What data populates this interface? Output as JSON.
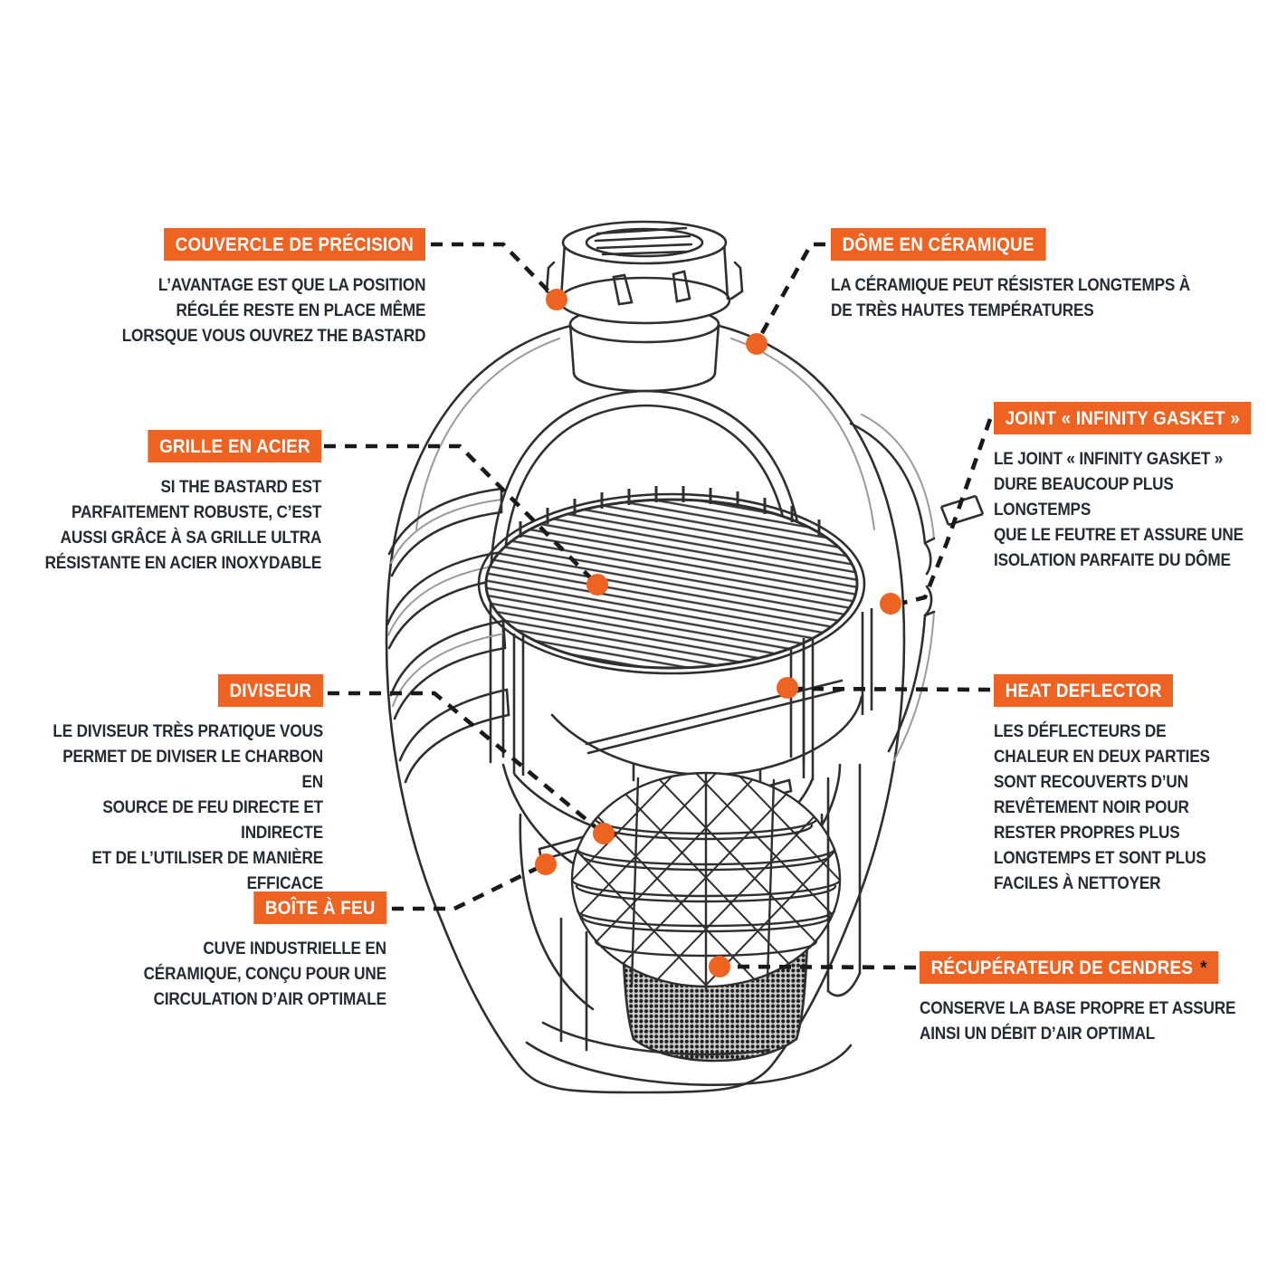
{
  "colors": {
    "accent": "#EE6322",
    "body_text": "#242B35",
    "line_dark": "#2F2F2F",
    "leader": "#1A1A1A",
    "background": "#FFFFFF"
  },
  "illustration": {
    "name": "kamado-grill-cutaway",
    "style": "black line art with dashed leader lines and orange connection dots"
  },
  "callouts": {
    "couvercle": {
      "title": "COUVERCLE DE PRÉCISION",
      "description": "L’AVANTAGE EST QUE LA POSITION\nRÉGLÉE RESTE EN PLACE MÊME\nLORSQUE VOUS OUVREZ THE BASTARD"
    },
    "dome": {
      "title": "DÔME EN CÉRAMIQUE",
      "description": "LA CÉRAMIQUE PEUT RÉSISTER LONGTEMPS À\nDE TRÈS HAUTES TEMPÉRATURES"
    },
    "grille": {
      "title": "GRILLE EN ACIER",
      "description": "SI THE BASTARD EST\nPARFAITEMENT ROBUSTE, C’EST\nAUSSI GRÂCE À SA GRILLE ULTRA\nRÉSISTANTE EN ACIER INOXYDABLE"
    },
    "joint": {
      "title": "JOINT « INFINITY GASKET »",
      "description": "LE JOINT « INFINITY GASKET »\nDURE BEAUCOUP PLUS LONGTEMPS\nQUE LE FEUTRE ET ASSURE UNE\nISOLATION PARFAITE DU DÔME"
    },
    "diviseur": {
      "title": "DIVISEUR",
      "description": "LE DIVISEUR TRÈS PRATIQUE VOUS\nPERMET DE DIVISER LE CHARBON EN\nSOURCE DE FEU DIRECTE ET INDIRECTE\nET DE L’UTILISER DE MANIÈRE EFFICACE"
    },
    "heat_deflector": {
      "title": "HEAT DEFLECTOR",
      "description": "LES DÉFLECTEURS DE\nCHALEUR EN DEUX PARTIES\nSONT RECOUVERTS D’UN\nREVÊTEMENT NOIR POUR\nRESTER PROPRES PLUS\nLONGTEMPS ET SONT PLUS\nFACILES À NETTOYER"
    },
    "boite_a_feu": {
      "title": "BOÎTE À FEU",
      "description": "CUVE INDUSTRIELLE EN\nCÉRAMIQUE, CONÇU POUR UNE\nCIRCULATION D’AIR OPTIMALE"
    },
    "recuperateur": {
      "title": "RÉCUPÉRATEUR DE CENDRES",
      "title_suffix": "*",
      "description": "CONSERVE LA BASE PROPRE ET ASSURE\nAINSI UN DÉBIT D’AIR OPTIMAL"
    }
  }
}
